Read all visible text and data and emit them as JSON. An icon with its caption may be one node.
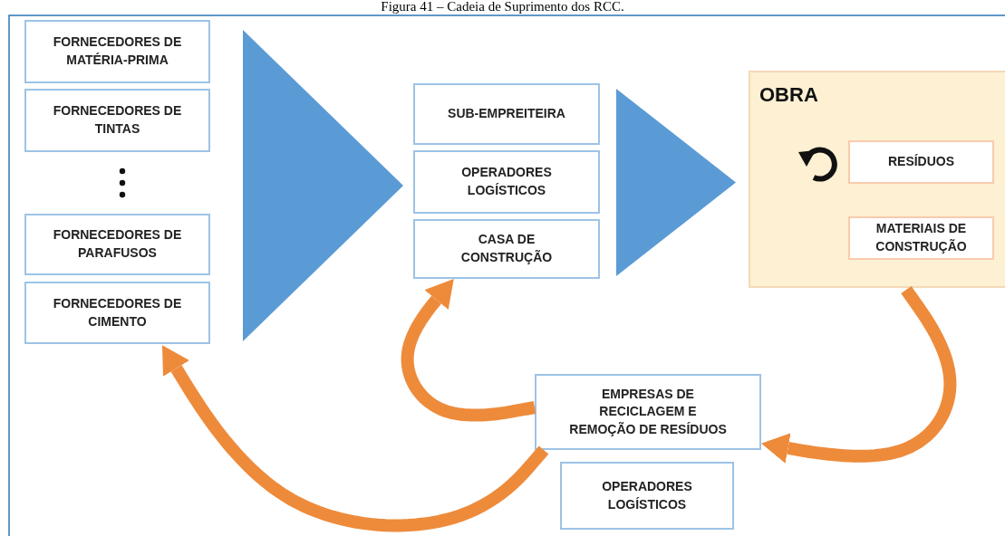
{
  "diagram": {
    "title": "Figura 41 – Cadeia de Suprimento dos RCC.",
    "nodes": [
      {
        "text": [
          "FORNECEDORES DE MATÉRIA-PRIMA"
        ]
      },
      {
        "text": [
          "FORNECEDORES DE TINTAS"
        ]
      },
      {
        "text": [
          "FORNECEDORES DE PARAFUSOS"
        ]
      },
      {
        "text": [
          "FORNECEDORES DE CIMENTO"
        ]
      },
      {
        "text": [],
        "shape": "triangle"
      },
      {
        "text": [
          "SUB-EMPREITEIRA"
        ]
      },
      {
        "text": [
          "OPERADORES LOGÍSTICOS"
        ]
      },
      {
        "text": [
          "CASA DE CONSTRUÇÃO"
        ]
      },
      {
        "text": [],
        "shape": "triangle"
      },
      {
        "text": [
          "OBRA"
        ]
      },
      {
        "text": [
          "RESÍDUOS"
        ],
        "in": 9
      },
      {
        "text": [
          "MATERIAIS DE CONSTRUÇÃO"
        ],
        "in": 9
      },
      {
        "text": [
          "EMPRESAS DE RECICLAGEM E REMOÇÃO DE RESÍDUOS"
        ]
      },
      {
        "text": [
          "OPERADORES LOGÍSTICOS"
        ]
      }
    ],
    "edges": [
      {
        "from": 12,
        "to": 7,
        "arrow": "to"
      },
      {
        "from": 12,
        "to": 3,
        "arrow": "to"
      },
      {
        "from": 9,
        "to": 12,
        "arrow": "to"
      }
    ]
  }
}
